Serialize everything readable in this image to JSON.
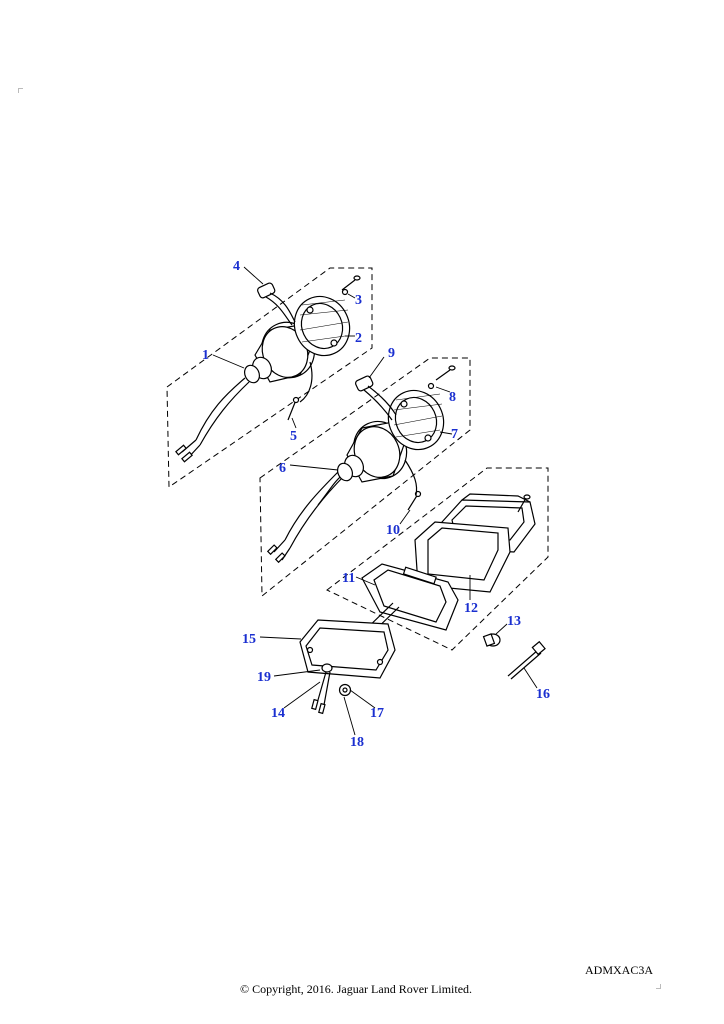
{
  "diagram": {
    "callouts": [
      {
        "id": "1",
        "label": "1"
      },
      {
        "id": "2",
        "label": "2"
      },
      {
        "id": "3",
        "label": "3"
      },
      {
        "id": "4",
        "label": "4"
      },
      {
        "id": "5",
        "label": "5"
      },
      {
        "id": "6",
        "label": "6"
      },
      {
        "id": "7",
        "label": "7"
      },
      {
        "id": "8",
        "label": "8"
      },
      {
        "id": "9",
        "label": "9"
      },
      {
        "id": "10",
        "label": "10"
      },
      {
        "id": "11",
        "label": "11"
      },
      {
        "id": "12",
        "label": "12"
      },
      {
        "id": "13",
        "label": "13"
      },
      {
        "id": "14",
        "label": "14"
      },
      {
        "id": "15",
        "label": "15"
      },
      {
        "id": "16",
        "label": "16"
      },
      {
        "id": "17",
        "label": "17"
      },
      {
        "id": "18",
        "label": "18"
      },
      {
        "id": "19",
        "label": "19"
      }
    ],
    "callout_color": "#1a2fd0",
    "line_color": "#000000"
  },
  "footer": {
    "reference_code": "ADMXAC3A",
    "copyright": "© Copyright, 2016. Jaguar Land Rover Limited."
  }
}
